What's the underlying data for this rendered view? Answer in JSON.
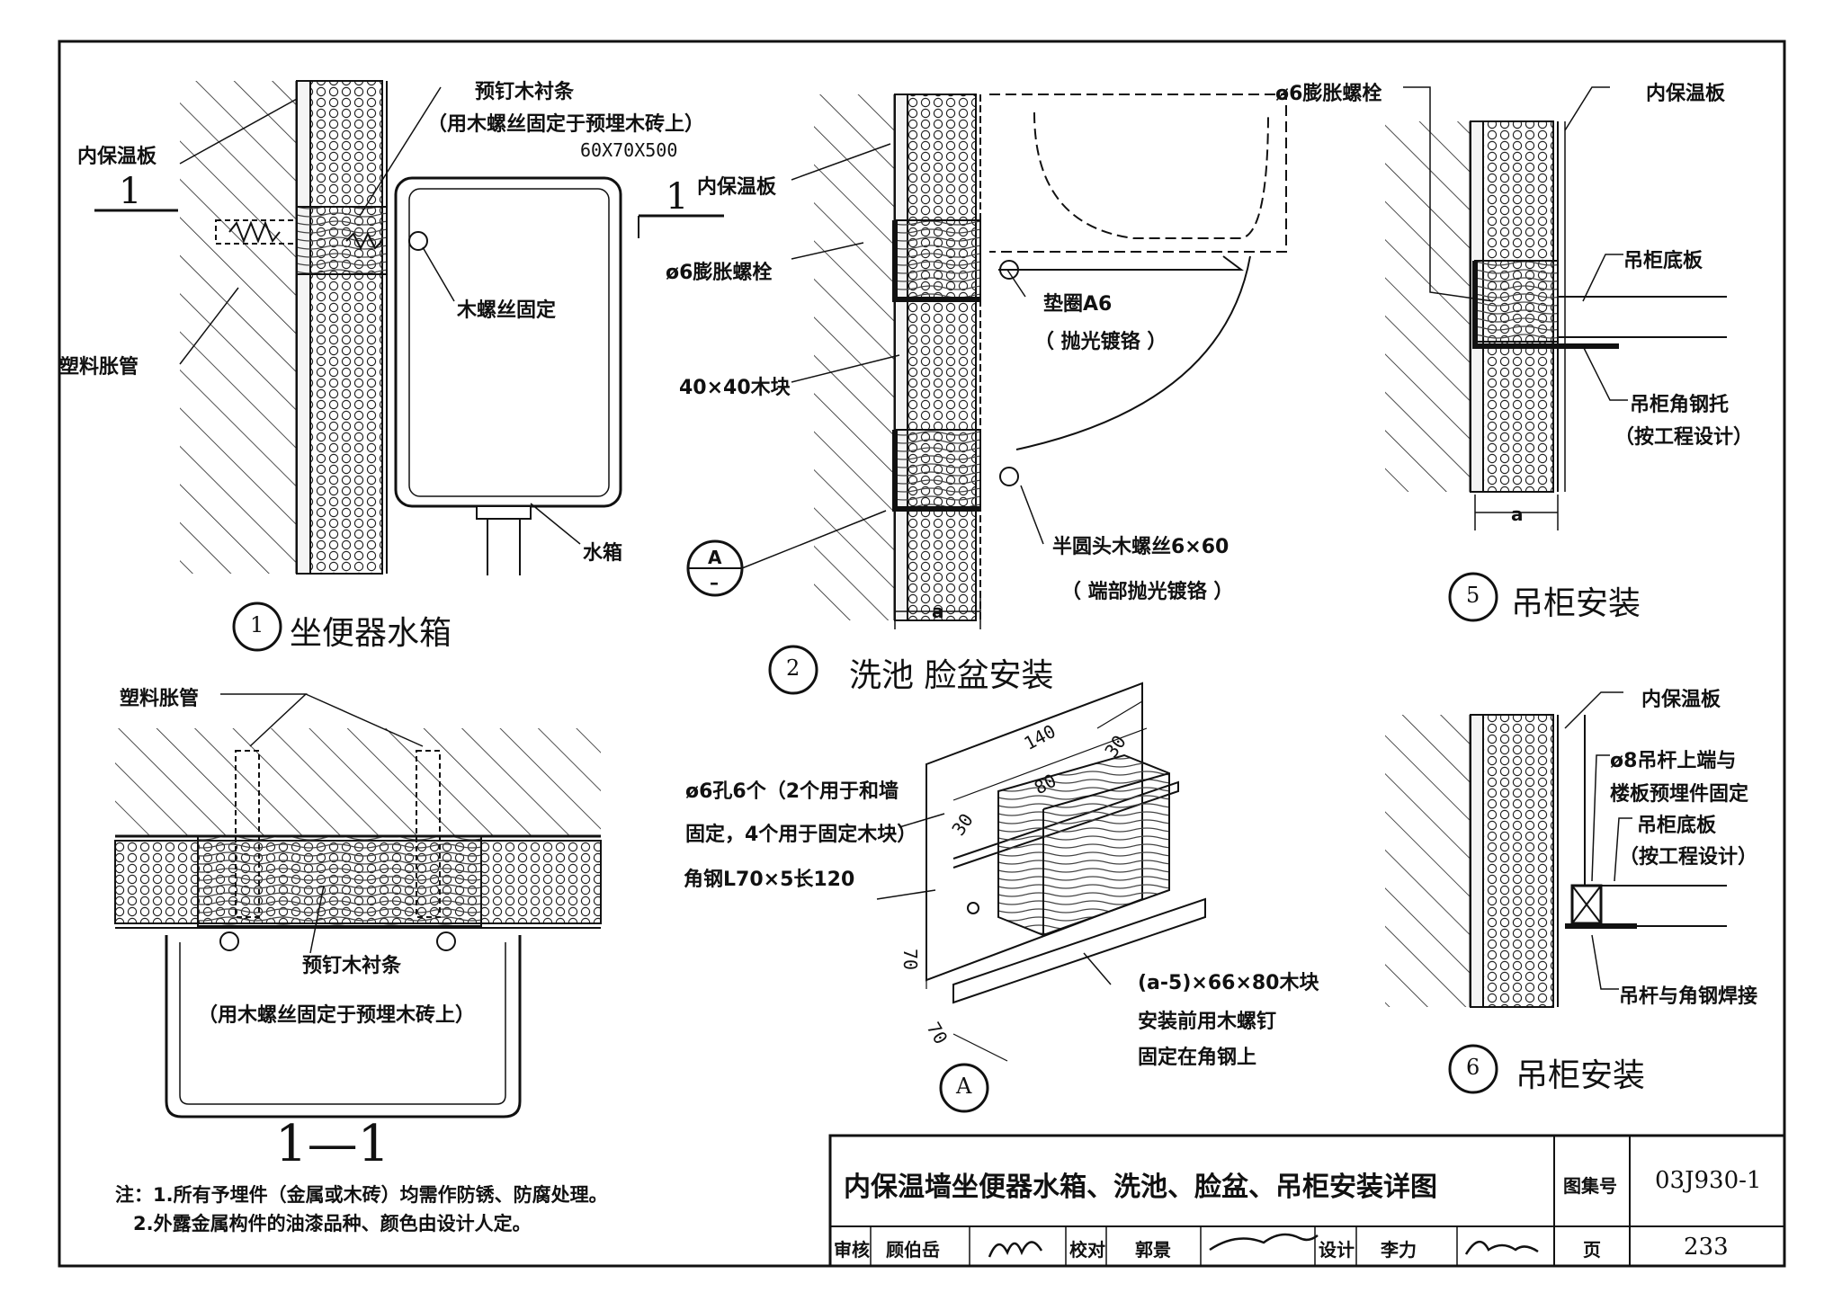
{
  "detail1": {
    "number": "1",
    "title": "坐便器水箱",
    "labels": {
      "insulation": "内保温板",
      "wood_strip": "预钉木衬条",
      "wood_strip_note": "（用木螺丝固定于预埋木砖上）",
      "wood_strip_size": "60X70X500",
      "cut_left": "1",
      "cut_right": "1",
      "wood_screw": "木螺丝固定",
      "plastic_anchor": "塑料胀管",
      "tank": "水箱"
    }
  },
  "section11": {
    "title": "1—1",
    "labels": {
      "plastic_anchor": "塑料胀管",
      "wood_strip": "预钉木衬条",
      "wood_strip_note": "（用木螺丝固定于预埋木砖上）"
    }
  },
  "detail2": {
    "number": "2",
    "title": "洗池  脸盆安装",
    "labels": {
      "insulation": "内保温板",
      "bolt": "ø6膨胀螺栓",
      "washer": "垫圈A6",
      "washer_note": "（ 抛光镀铬 ）",
      "block": "40×40木块",
      "screw": "半圆头木螺丝6×60",
      "screw_note": "（ 端部抛光镀铬 ）",
      "dim_a": "a",
      "ref_letter": "A",
      "ref_sheet": "–"
    }
  },
  "detailA": {
    "letter": "A",
    "labels": {
      "holes1": "ø6孔6个（2个用于和墙",
      "holes2": "固定，4个用于固定木块）",
      "angle": "角钢L70×5长120",
      "block": "(a-5)×66×80木块",
      "block_note1": "安装前用木螺钉",
      "block_note2": "固定在角钢上",
      "dim_140": "140",
      "dim_80": "80",
      "dim_30a": "30",
      "dim_30b": "30",
      "dim_70a": "70",
      "dim_70b": "70"
    }
  },
  "detail5": {
    "number": "5",
    "title": "吊柜安装",
    "labels": {
      "bolt": "ø6膨胀螺栓",
      "insulation": "内保温板",
      "bottom_plate": "吊柜底板",
      "angle_support": "吊柜角钢托",
      "angle_support_note": "（按工程设计）",
      "dim_a": "a"
    }
  },
  "detail6": {
    "number": "6",
    "title": "吊柜安装",
    "labels": {
      "insulation": "内保温板",
      "rod1": "ø8吊杆上端与",
      "rod2": "楼板预埋件固定",
      "bottom_plate": "吊柜底板",
      "bottom_plate_note": "（按工程设计）",
      "weld": "吊杆与角钢焊接"
    }
  },
  "notes": {
    "line1": "注：1.所有予埋件（金属或木砖）均需作防锈、防腐处理。",
    "line2": "2.外露金属构件的油漆品种、颜色由设计人定。"
  },
  "title_block": {
    "title": "内保温墙坐便器水箱、洗池、脸盆、吊柜安装详图",
    "atlas_label": "图集号",
    "atlas_no": "03J930-1",
    "review_label": "审核",
    "reviewer": "顾伯岳",
    "check_label": "校对",
    "checker": "郭景",
    "design_label": "设计",
    "designer": "李力",
    "page_label": "页",
    "page_no": "233"
  }
}
